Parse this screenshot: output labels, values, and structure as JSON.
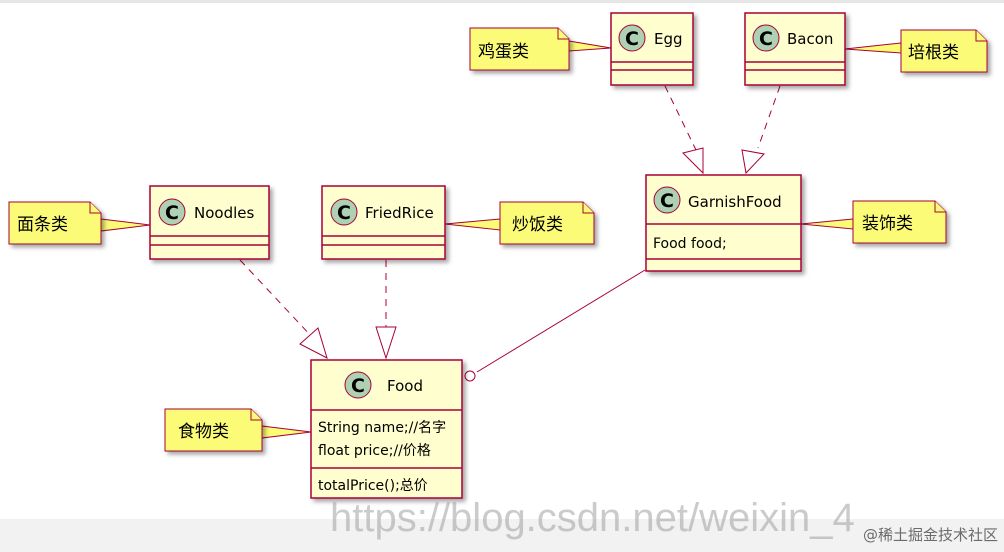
{
  "colors": {
    "class_fill": "#fefece",
    "class_border": "#a80036",
    "stereo_circle": "#add1b2",
    "note_fill": "#fbfb77",
    "note_border": "#a80036",
    "line": "#a80036"
  },
  "classes": {
    "egg": {
      "name": "Egg",
      "stereotype": "C"
    },
    "bacon": {
      "name": "Bacon",
      "stereotype": "C"
    },
    "garnish": {
      "name": "GarnishFood",
      "stereotype": "C",
      "field1": "Food food;"
    },
    "noodles": {
      "name": "Noodles",
      "stereotype": "C"
    },
    "friedrice": {
      "name": "FriedRice",
      "stereotype": "C"
    },
    "food": {
      "name": "Food",
      "stereotype": "C",
      "field1": "String name;//名字",
      "field2": "float price;//价格",
      "method1": "totalPrice();总价"
    }
  },
  "notes": {
    "egg": "鸡蛋类",
    "bacon": "培根类",
    "garnish": "装饰类",
    "noodles": "面条类",
    "friedrice": "炒饭类",
    "food": "食物类"
  },
  "watermark": {
    "left": "https://blog.csdn.net/weixin_4",
    "right": "@稀土掘金技术社区"
  }
}
